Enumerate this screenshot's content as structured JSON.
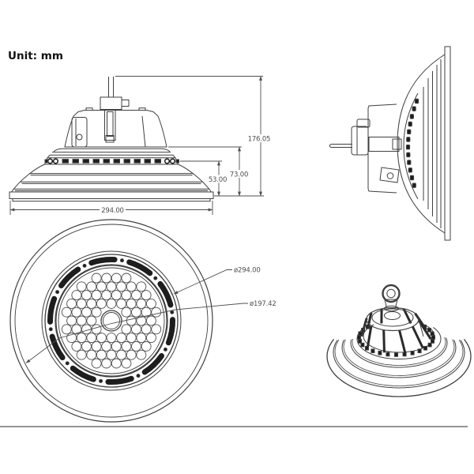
{
  "unit_label": "Unit: mm",
  "views": {
    "front": {
      "name": "front-elevation",
      "dims": {
        "total_height": "176.05",
        "upper_height": "73.00",
        "lower_height": "53.00",
        "base_width": "294.00"
      }
    },
    "side": {
      "name": "side-profile"
    },
    "bottom": {
      "name": "bottom-led-view",
      "dims": {
        "outer_diameter": "ø294.00",
        "lens_diameter": "ø197.42"
      }
    },
    "perspective": {
      "name": "isometric-view"
    }
  },
  "colors": {
    "line": "#3f3f3f",
    "dark_detail": "#1d1d1d",
    "dim_line": "#4f4f4f",
    "dim_text": "#4f4f4f",
    "background": "#ffffff",
    "separator": "#555555"
  }
}
